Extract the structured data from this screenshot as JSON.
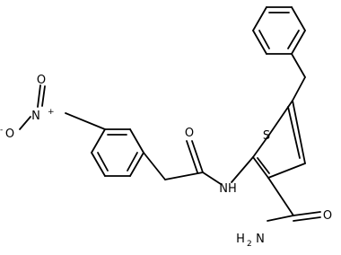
{
  "molecule": {
    "atoms": {
      "nitro_n": "N",
      "nitro_o_top": "O",
      "nitro_o_left": "O",
      "nitro_charge_plus": "+",
      "nitro_charge_minus": "-",
      "amide_o": "O",
      "nh": "NH",
      "thiophene_s": "S",
      "amide2_o": "O",
      "nh2": "H",
      "nh2_n": "N",
      "nh2_sub": "2"
    },
    "colors": {
      "bond": "#000000",
      "text": "#000000",
      "background": "#ffffff"
    }
  }
}
